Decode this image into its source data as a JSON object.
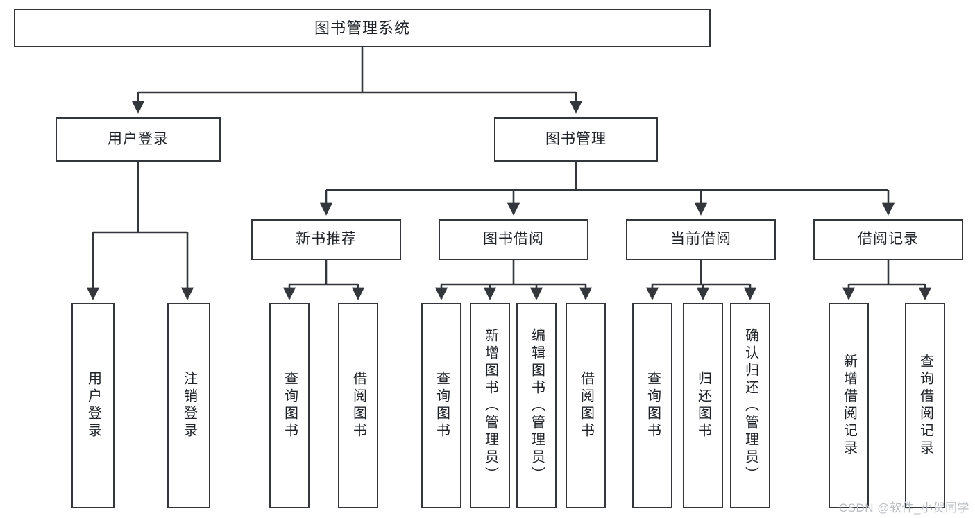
{
  "diagram": {
    "type": "tree",
    "title": "图书管理系统",
    "orientation": "top-down",
    "theme": {
      "background": "#ffffff",
      "box_border": "#33373b",
      "box_fill": "#ffffff",
      "edge_color": "#33373b",
      "text_color": "#1f2328",
      "watermark_color": "#b9bdc2"
    },
    "root": {
      "label": "图书管理系统"
    },
    "level2": [
      {
        "label": "用户登录"
      },
      {
        "label": "图书管理"
      }
    ],
    "level3": [
      {
        "label": "新书推荐"
      },
      {
        "label": "图书借阅"
      },
      {
        "label": "当前借阅"
      },
      {
        "label": "借阅记录"
      }
    ],
    "leaves": {
      "user_login": [
        {
          "label": "用户登录"
        },
        {
          "label": "注销登录"
        }
      ],
      "new_book_recommend": [
        {
          "label": "查询图书"
        },
        {
          "label": "借阅图书"
        }
      ],
      "book_borrow": [
        {
          "label": "查询图书"
        },
        {
          "label": "新增图书（管理员）"
        },
        {
          "label": "编辑图书（管理员）"
        },
        {
          "label": "借阅图书"
        }
      ],
      "current_borrow": [
        {
          "label": "查询图书"
        },
        {
          "label": "归还图书"
        },
        {
          "label": "确认归还（管理员）"
        }
      ],
      "borrow_record": [
        {
          "label": "新增借阅记录"
        },
        {
          "label": "查询借阅记录"
        }
      ]
    }
  },
  "watermark": {
    "text": "CSDN @软件_小贺同学"
  }
}
